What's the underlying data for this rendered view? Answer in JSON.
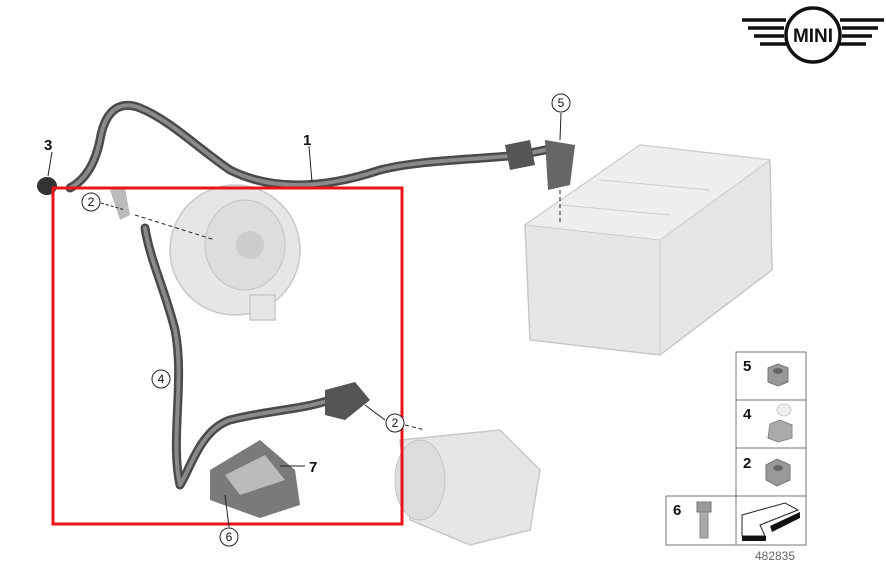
{
  "brand": {
    "logo_text": "MINI"
  },
  "diagram": {
    "callouts": [
      {
        "id": "callout-1",
        "label": "1"
      },
      {
        "id": "callout-2a",
        "label": "2"
      },
      {
        "id": "callout-3",
        "label": "3"
      },
      {
        "id": "callout-4",
        "label": "4"
      },
      {
        "id": "callout-5",
        "label": "5"
      },
      {
        "id": "callout-2b",
        "label": "2"
      },
      {
        "id": "callout-6",
        "label": "6"
      },
      {
        "id": "callout-7",
        "label": "7"
      }
    ],
    "highlight_color": "#e8141c"
  },
  "legend": {
    "items": [
      {
        "label": "5",
        "part": "flange-nut"
      },
      {
        "label": "4",
        "part": "clip"
      },
      {
        "label": "2",
        "part": "hex-nut"
      },
      {
        "label": "6",
        "part": "bolt"
      }
    ],
    "diagram_number": "482835"
  }
}
